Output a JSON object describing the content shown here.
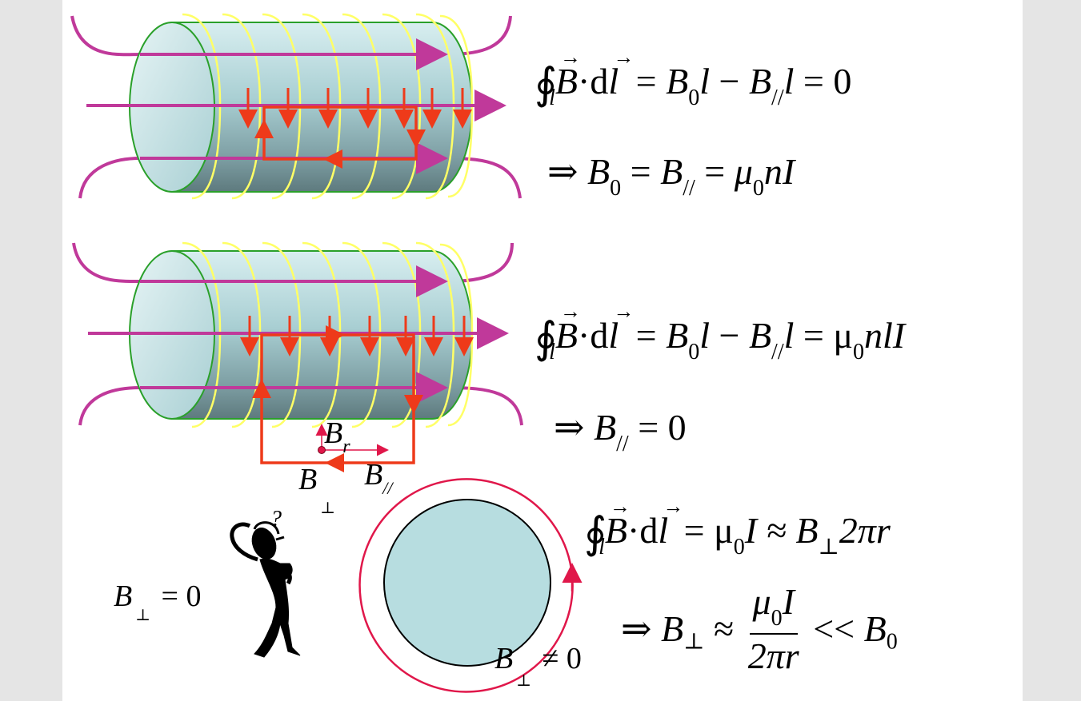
{
  "equations": {
    "eq1": {
      "lhs": "B·dl",
      "loop_sub": "l",
      "rhs_a": "B",
      "rhs_a_sub": "0",
      "rhs_a_tail": "l",
      "op": "−",
      "rhs_b": "B",
      "rhs_b_sub": "//",
      "rhs_b_tail": "l",
      "result": "= 0"
    },
    "eq2": {
      "arrow": "⇒",
      "b": "B",
      "b_sub": "0",
      "eq": "=",
      "b2": "B",
      "b2_sub": "//",
      "eq2": "=",
      "mu": "μ",
      "mu_sub": "0",
      "tail": "nI"
    },
    "eq3": {
      "result": "= μ",
      "result_sub": "0",
      "result_tail": "nlI"
    },
    "eq4": {
      "arrow": "⇒",
      "b": "B",
      "b_sub": "//",
      "tail": "= 0"
    },
    "eq5": {
      "mid": "= μ",
      "mid_sub": "0",
      "mid_tail": "I ≈",
      "b": "B",
      "b_sub": "⊥",
      "tail": "2πr"
    },
    "eq6": {
      "arrow": "⇒",
      "b": "B",
      "b_sub": "⊥",
      "approx": "≈",
      "num": "μ",
      "num_sub": "0",
      "num_tail": "I",
      "den": "2πr",
      "cmp": "<<",
      "b0": "B",
      "b0_sub": "0"
    }
  },
  "labels": {
    "b_r": "B",
    "b_r_sub": "r",
    "b_perp": "B",
    "b_perp_sub": "⊥",
    "b_par": "B",
    "b_par_sub": "//",
    "b_perp_zero": "B",
    "b_perp_zero_sub": "⊥",
    "b_perp_zero_tail": "= 0",
    "b_perp_ne": "B",
    "b_perp_ne_sub": "⊥",
    "b_perp_ne_tail": "≠ 0",
    "question_mark": "?"
  },
  "colors": {
    "field_line": "#c0399a",
    "coil": "#ffff66",
    "loop": "#ee3a1a",
    "cylinder": "#b7dde0",
    "cylinder_edge": "#2aa02a",
    "circle_ring": "#e0174a"
  }
}
